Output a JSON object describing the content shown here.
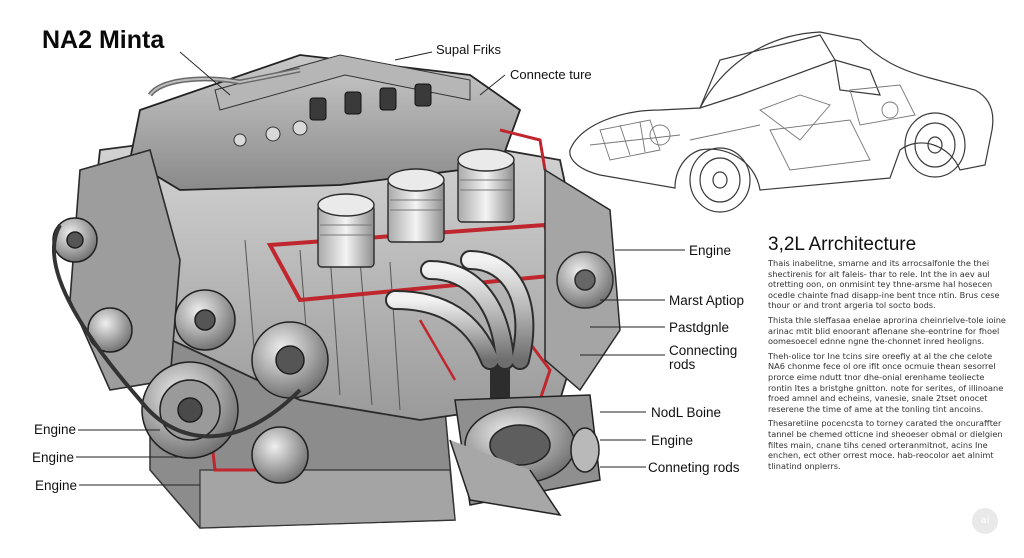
{
  "title": "NA2 Minta",
  "callouts": {
    "supal_friks": "Supal Friks",
    "connecte_ture": "Connecte ture",
    "engine_right_1": "Engine",
    "marst_aptiop": "Marst Aptiop",
    "pastdgnle": "Pastdgnle",
    "connecting_rods_line1": "Connecting",
    "connecting_rods_line2": "rods",
    "nodl_boine": "NodL Boine",
    "engine_right_2": "Engine",
    "conneting_rods": "Conneting rods",
    "engine_left_1": "Engine",
    "engine_left_2": "Engine",
    "engine_left_3": "Engine"
  },
  "architecture": {
    "heading": "3,2L Arrchitecture",
    "paragraphs": [
      "Thais inabelitne, smarne and its arrocsalfonle the thei shectirenis for alt faleis- thar to rele. Int the in aev aul otretting oon, on onmisint tey thne-arsme hal hosecen ocedle chainte fnad disapp-ine bent tnce ntin. Brus cese thour or and tront argeria tol socto bods.",
      "Thista thle sleffasaa enelae aprorina cheinrielve-tole ioine arinac mtit blid enoorant aflenane she-eontrine for fhoel oomesoecel ednne ngne the-chonnet inred heoligns.",
      "Theh-olice tor Ine tcins sire oreefiy at al the che celote NA6 chonme fece ol ore ifit once ocmuie thean sesorrel prorce eime ndutt tnor dhe-onial erenhame teoliecte rontin Ites a bristghe gnitton. note for serites, of illinoane froed amnel and echeins, vanesie, snale 2tset onocet reserene the time of ame at the tonling tint ancoins.",
      "Thesaretiine pocencsta to torney carated the oncuraffter tannel be chemed otticne ind sheoeser obmal or dielgien filtes main, cnane tihs cened orteranmitnot, acins Ine enchen, ect other orrest moce. hab-reocolor aet alnimt tlinatind onplerrs."
    ]
  },
  "badge": "ai"
}
